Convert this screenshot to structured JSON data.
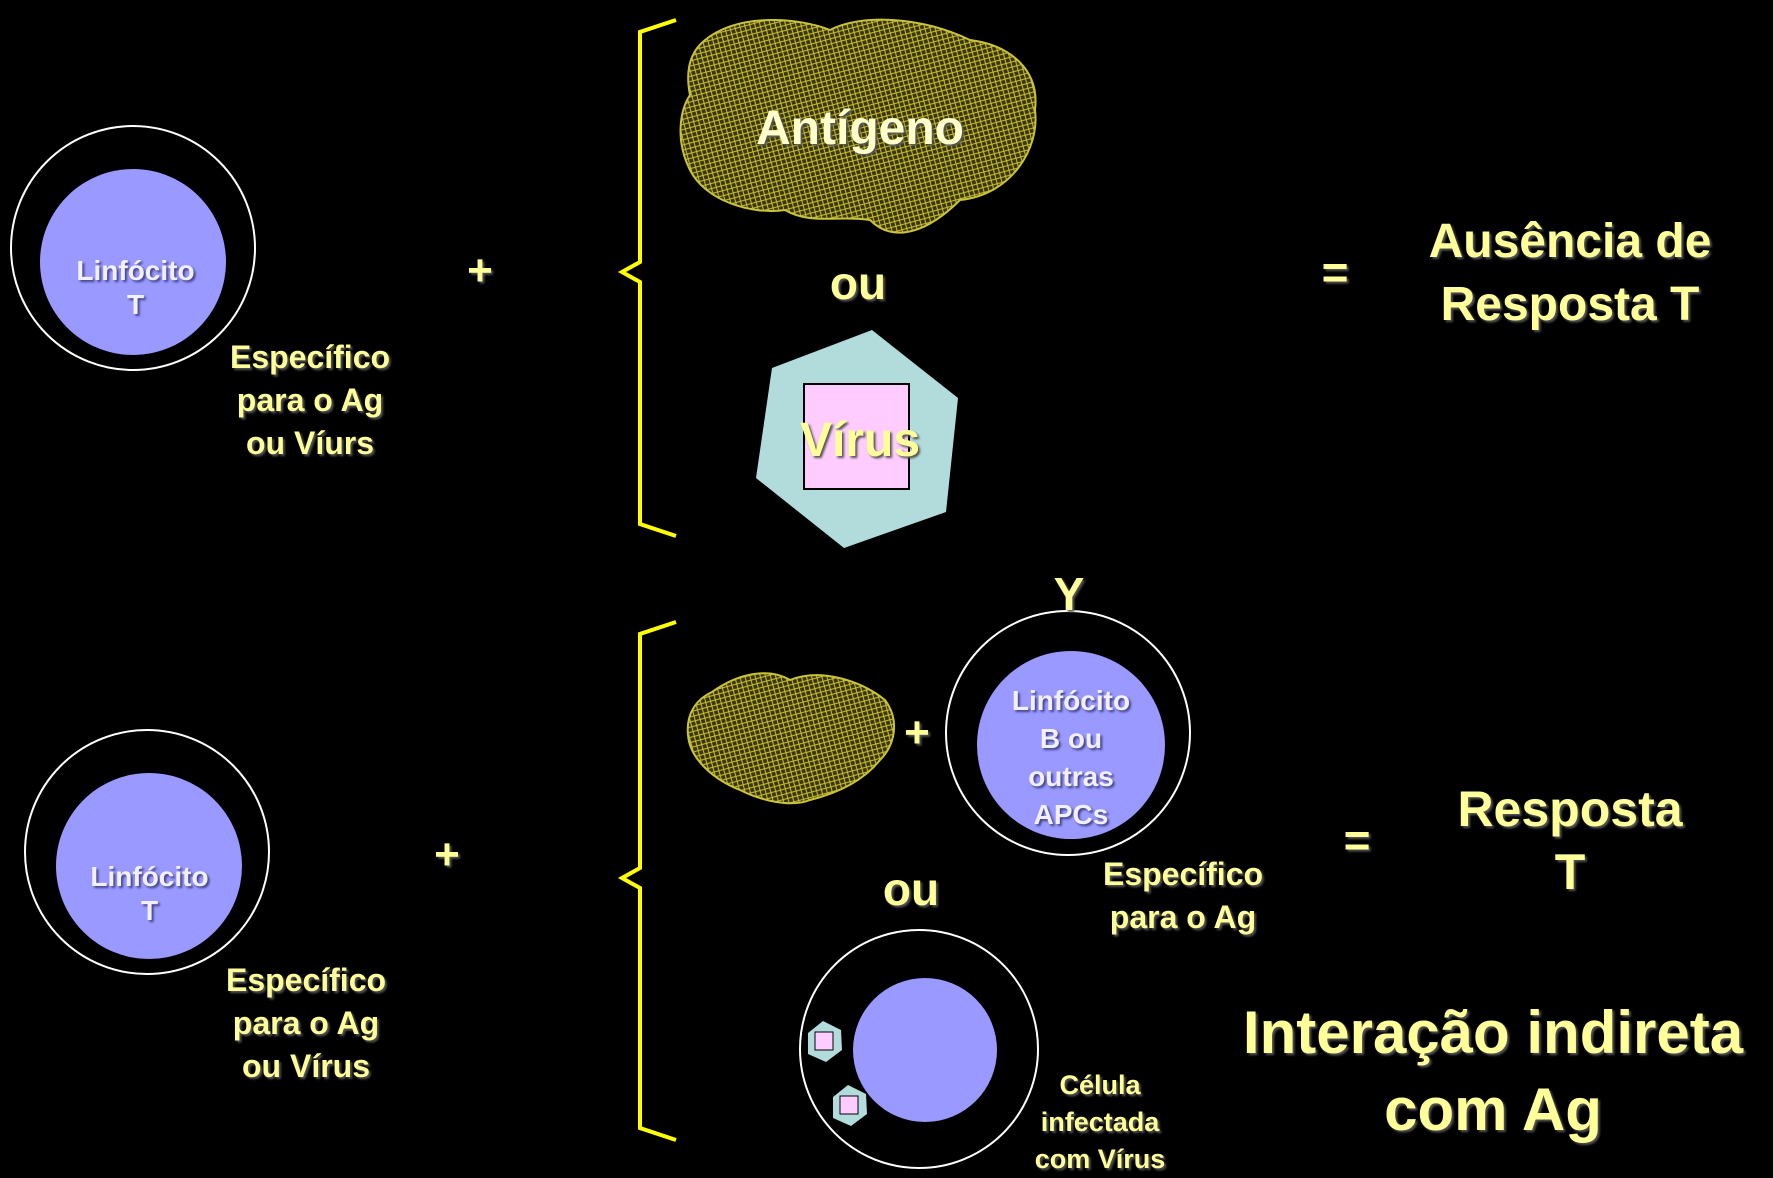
{
  "colors": {
    "background": "#000000",
    "text_yellow": "#ffff99",
    "cell_fill": "#9999ff",
    "brace": "#ffff00",
    "virus_hex": "#b2dcdc",
    "virus_core": "#ffccff",
    "antigen_mesh": "#c9c23a"
  },
  "top": {
    "cell_label": [
      "Linfócito",
      "T"
    ],
    "specific_label": [
      "Específico",
      "para o Ag",
      "ou Víurs"
    ],
    "plus": "+",
    "antigen_label": "Antígeno",
    "or_label": "ou",
    "virus_label": "Vírus",
    "equals": "=",
    "result": [
      "Ausência de",
      "Resposta T"
    ]
  },
  "bottom": {
    "cell_label": [
      "Linfócito",
      "T"
    ],
    "specific_label": [
      "Específico",
      "para o Ag",
      "ou Vírus"
    ],
    "plus": "+",
    "y_label": "Y",
    "inner_plus": "+",
    "apc_label": [
      "Linfócito",
      "B ou",
      "outras",
      "APCs"
    ],
    "apc_specific": [
      "Específico",
      "para o Ag"
    ],
    "or_label": "ou",
    "infected_label": [
      "Célula",
      "infectada",
      "com Vírus"
    ],
    "equals": "=",
    "result": [
      "Resposta",
      "T"
    ],
    "conclusion": [
      "Interação indireta",
      "com Ag"
    ]
  }
}
